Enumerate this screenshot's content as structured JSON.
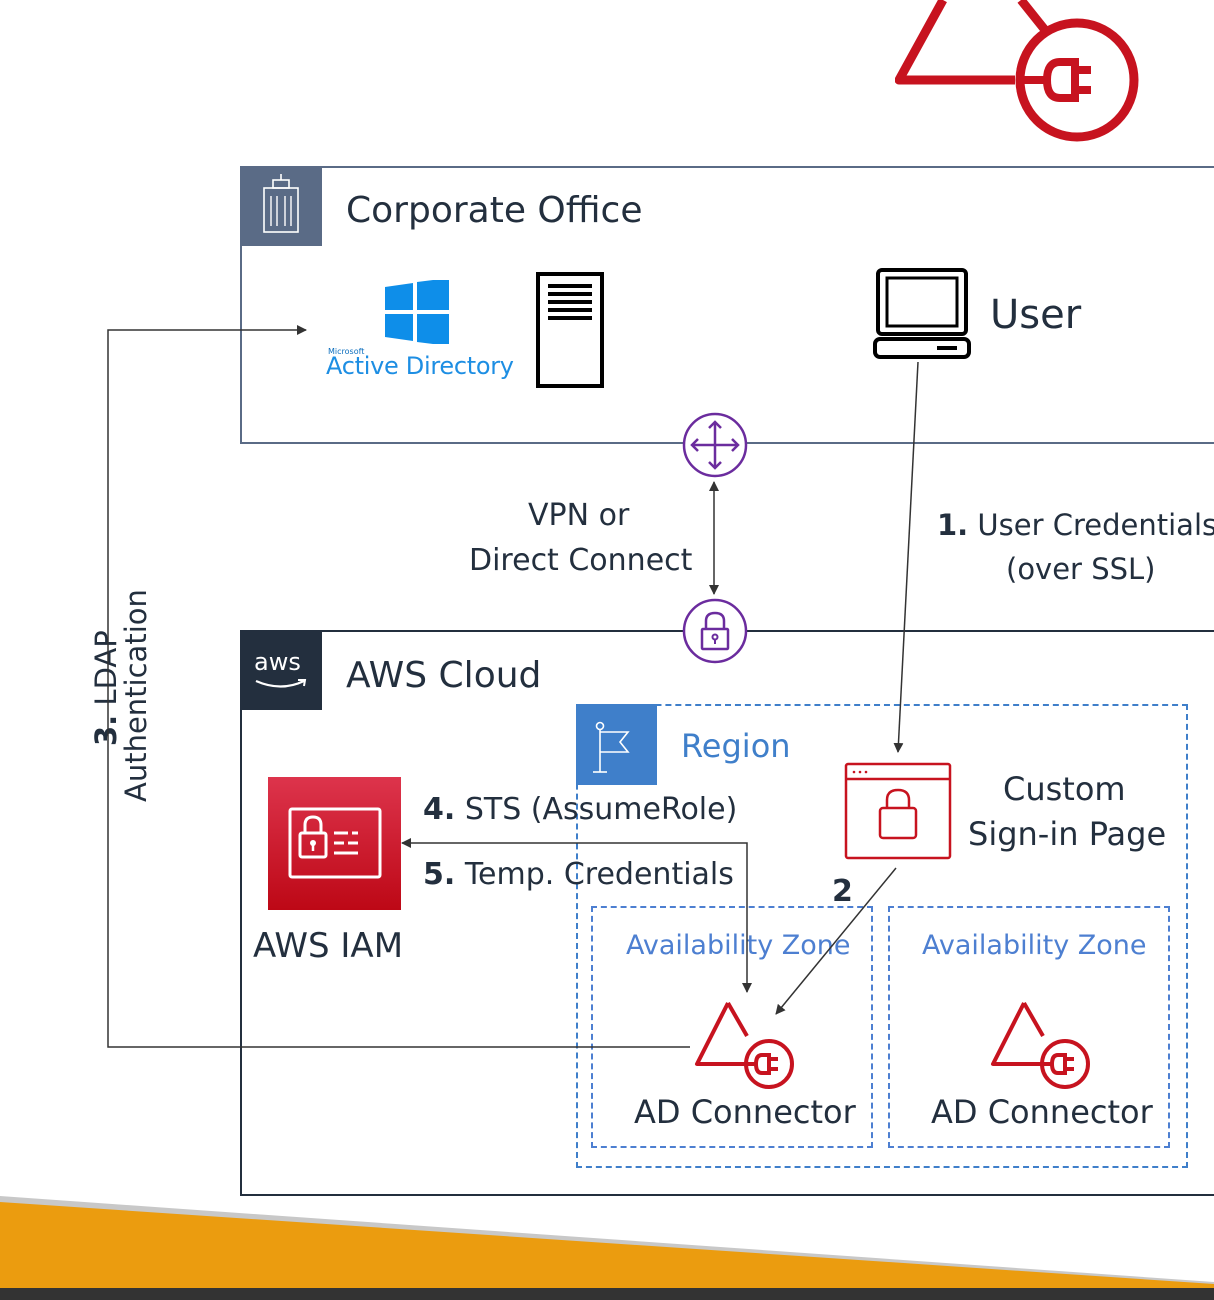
{
  "corporate": {
    "title": "Corporate Office",
    "ad_microsoft": "Microsoft",
    "ad_label": "Active Directory",
    "user_label": "User"
  },
  "vpn": {
    "line1": "VPN or",
    "line2": "Direct Connect"
  },
  "step1": {
    "num": "1.",
    "text": "User Credentials",
    "sub": "(over SSL)"
  },
  "step2": {
    "num": "2"
  },
  "step3": {
    "num": "3.",
    "text": "LDAP",
    "line2": "Authentication"
  },
  "step4": {
    "num": "4.",
    "text": "STS (AssumeRole)"
  },
  "step5": {
    "num": "5.",
    "text": "Temp. Credentials"
  },
  "aws": {
    "logo": "aws",
    "title": "AWS Cloud",
    "region": "Region",
    "signin_line1": "Custom",
    "signin_line2": "Sign-in Page",
    "iam": "AWS IAM",
    "az1": "Availability Zone",
    "az2": "Availability Zone",
    "connector1": "AD Connector",
    "connector2": "AD Connector"
  },
  "colors": {
    "connector_red": "#c7131f",
    "region_blue": "#3f7fca",
    "az_blue": "#4d7fd1",
    "vpn_purple": "#6b2c9e",
    "corp_header": "#5a6b86",
    "aws_header": "#232f3e",
    "iam_red": "#dd344c",
    "orange": "#eb9c0f",
    "bottom_bar": "#333333"
  },
  "icons": [
    "ad-connector-icon",
    "building-icon",
    "windows-logo-icon",
    "server-icon",
    "laptop-icon",
    "router-icon",
    "vpn-gateway-icon",
    "aws-logo-icon",
    "region-flag-icon",
    "signin-page-icon",
    "iam-icon"
  ]
}
